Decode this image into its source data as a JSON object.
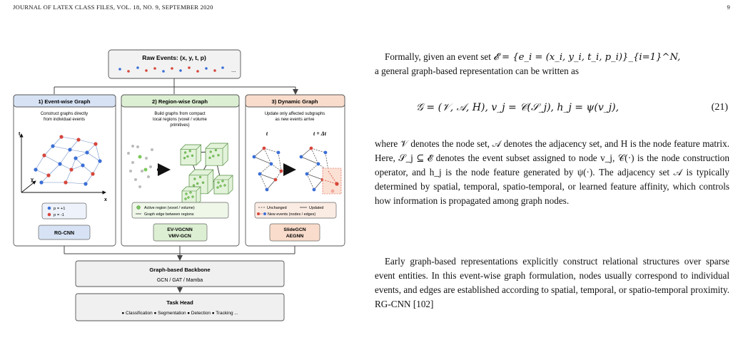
{
  "header": {
    "journal": "JOURNAL OF LATEX CLASS FILES, VOL. 18, NO. 9, SEPTEMBER 2020",
    "page": "9"
  },
  "figure": {
    "raw_events": {
      "title": "Raw Events: (x, y, t, p)",
      "ellipsis": "..."
    },
    "panels": [
      {
        "title": "1) Event-wise Graph",
        "desc1": "Construct graphs directly",
        "desc2": "from individual events",
        "legend_pos": "p = +1",
        "legend_neg": "p = -1",
        "method1": "RG-CNN",
        "axis_t": "t",
        "axis_y": "y",
        "axis_x": "x"
      },
      {
        "title": "2) Region-wise Graph",
        "desc1": "Build graphs from compact",
        "desc2": "local regions (voxel / volume",
        "desc3": "primitives)",
        "legend1": "Active region (voxel / volume)",
        "legend2": "Graph edge between regions",
        "method1": "EV-VGCNN",
        "method2": "VMV-GCN"
      },
      {
        "title": "3) Dynamic Graph",
        "desc1": "Update only affected subgraphs",
        "desc2": "as new events arrive",
        "t_label": "t",
        "tdt_label": "t + Δt",
        "legend_unchanged": "Unchanged",
        "legend_updated": "Updated",
        "legend_new": "New events (nodes / edges)",
        "method1": "SlideGCN",
        "method2": "AEGNN"
      }
    ],
    "backbone": {
      "title": "Graph-based Backbone",
      "sub": "GCN / GAT / Mamba"
    },
    "task_head": {
      "title": "Task Head",
      "items": "● Classification   ● Segmentation   ● Detection   ● Tracking ..."
    },
    "colors": {
      "blue": "#3b6fd6",
      "red": "#d6463b",
      "green": "#7cc95c",
      "panel1": "#d7e3f5",
      "panel2": "#dcefd2",
      "panel3": "#f9dccb"
    }
  },
  "text": {
    "p1_a": "Formally, given an event set ",
    "p1_math": "𝓔 = {e_i = (x_i, y_i, t_i, p_i)}_{i=1}^N,",
    "p1_b": "a general graph-based representation can be written as",
    "eq_main": "𝒢 = (𝒱, 𝒜, H),    v_j = 𝒞(𝒮_j),    h_j = ψ(v_j),",
    "eq_num": "(21)",
    "p2": "where 𝒱 denotes the node set, 𝒜 denotes the adjacency set, and H is the node feature matrix. Here, 𝒮_j ⊆ 𝓔 denotes the event subset assigned to node v_j, 𝒞(·) is the node construction operator, and h_j is the node feature generated by ψ(·). The adjacency set 𝒜 is typically determined by spatial, temporal, spatio-temporal, or learned feature affinity, which controls how information is propagated among graph nodes.",
    "p3": "Early graph-based representations explicitly construct relational structures over sparse event entities. In this event-wise graph formulation, nodes usually correspond to individual events, and edges are established according to spatial, temporal, or spatio-temporal proximity. RG-CNN [102]"
  }
}
